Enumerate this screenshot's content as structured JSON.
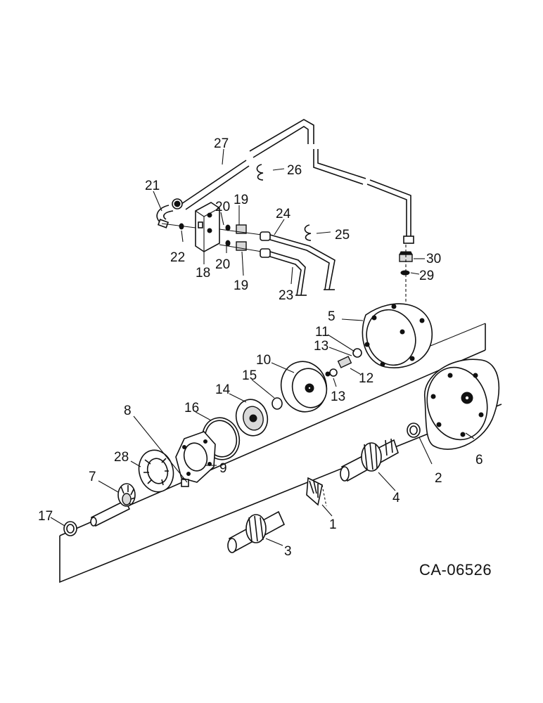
{
  "figure": {
    "code": "CA-06526",
    "parts": [
      {
        "ref": "1"
      },
      {
        "ref": "2"
      },
      {
        "ref": "3"
      },
      {
        "ref": "4"
      },
      {
        "ref": "5"
      },
      {
        "ref": "6"
      },
      {
        "ref": "7"
      },
      {
        "ref": "8"
      },
      {
        "ref": "9"
      },
      {
        "ref": "10"
      },
      {
        "ref": "11"
      },
      {
        "ref": "12"
      },
      {
        "ref": "13"
      },
      {
        "ref": "13"
      },
      {
        "ref": "14"
      },
      {
        "ref": "15"
      },
      {
        "ref": "16"
      },
      {
        "ref": "17"
      },
      {
        "ref": "18"
      },
      {
        "ref": "19"
      },
      {
        "ref": "19"
      },
      {
        "ref": "20"
      },
      {
        "ref": "20"
      },
      {
        "ref": "21"
      },
      {
        "ref": "22"
      },
      {
        "ref": "23"
      },
      {
        "ref": "24"
      },
      {
        "ref": "25"
      },
      {
        "ref": "26"
      },
      {
        "ref": "27"
      },
      {
        "ref": "28"
      },
      {
        "ref": "29"
      },
      {
        "ref": "30"
      }
    ]
  }
}
